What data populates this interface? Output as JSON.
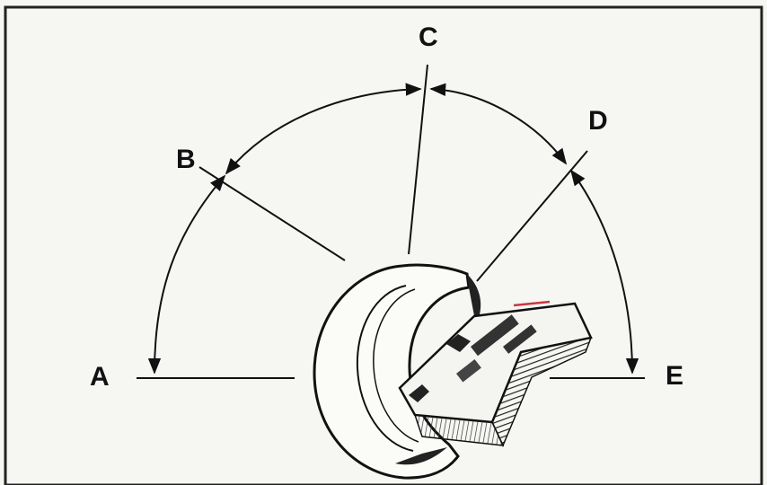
{
  "labels": {
    "a": "A",
    "b": "B",
    "c": "C",
    "d": "D",
    "e": "E"
  },
  "colors": {
    "background": "#f6f6f3",
    "line": "#111111",
    "accent": "#c8383f"
  }
}
